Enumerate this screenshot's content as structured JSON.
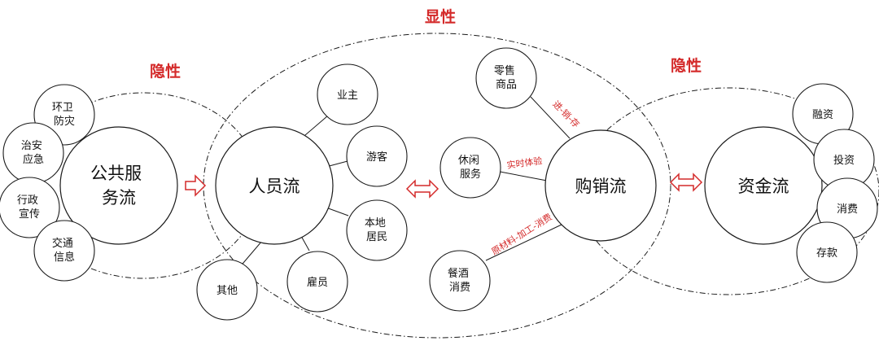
{
  "labels": {
    "explicit": "显性",
    "implicit_left": "隐性",
    "implicit_right": "隐性"
  },
  "nodes": {
    "public_service": [
      "公共服",
      "务流"
    ],
    "people_flow": [
      "人员流"
    ],
    "purchase_sales": [
      "购销流"
    ],
    "capital_flow": [
      "资金流"
    ],
    "environment": [
      "环卫",
      "防灾"
    ],
    "security": [
      "治安",
      "应急"
    ],
    "admin": [
      "行政",
      "宣传"
    ],
    "transport": [
      "交通",
      "信息"
    ],
    "owner": [
      "业主"
    ],
    "tourist": [
      "游客"
    ],
    "resident": [
      "本地",
      "居民"
    ],
    "employee": [
      "雇员"
    ],
    "other": [
      "其他"
    ],
    "retail": [
      "零售",
      "商品"
    ],
    "leisure": [
      "休闲",
      "服务"
    ],
    "catering": [
      "餐酒",
      "消费"
    ],
    "financing": [
      "融资"
    ],
    "investment": [
      "投资"
    ],
    "consumption": [
      "消费"
    ],
    "deposit": [
      "存款"
    ]
  },
  "edge_labels": {
    "retail_edge": "进-销-存",
    "leisure_edge": "实时体验",
    "catering_edge": "原材料-加工-消费"
  },
  "colors": {
    "accent": "#d42a2a",
    "stroke": "#1a1a1a"
  }
}
